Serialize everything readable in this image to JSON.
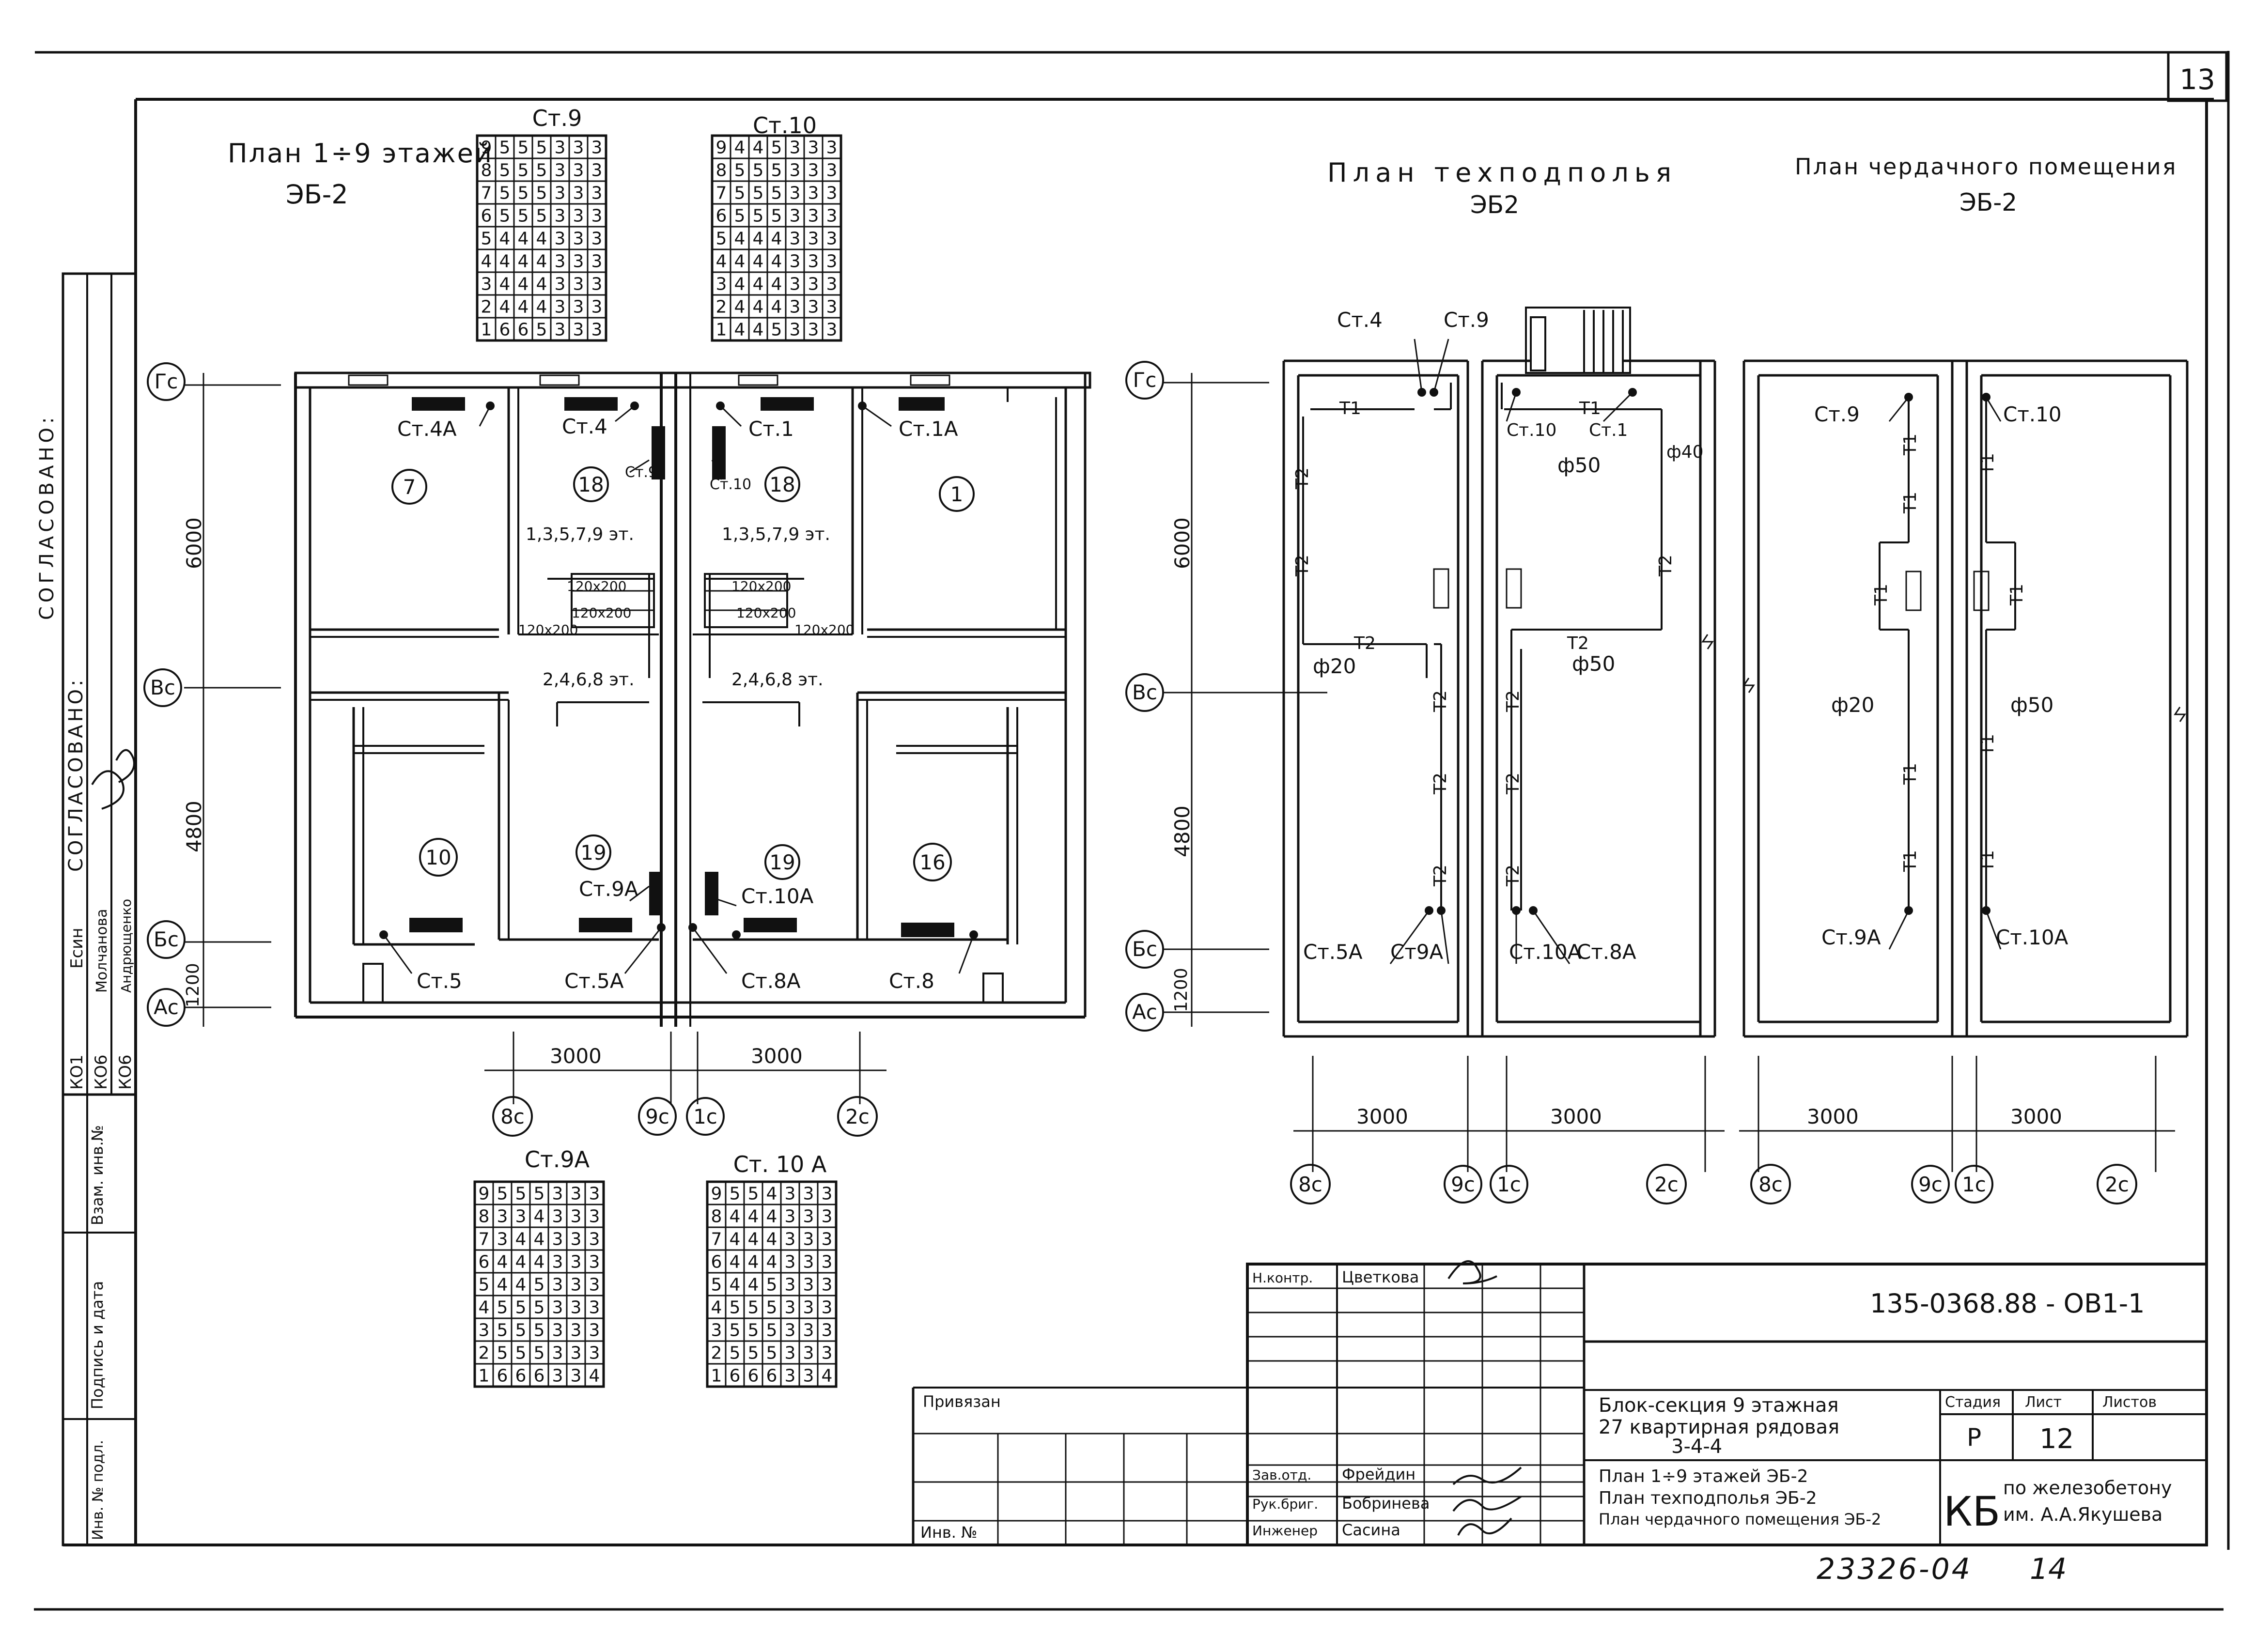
{
  "sheet_number": "13",
  "titles": {
    "floors_plan": "План 1÷9 этажей",
    "floors_plan_code": "ЭБ-2",
    "tech_plan": "План техподполья",
    "tech_plan_code": "ЭБ2",
    "attic_plan": "План чердачного помещения",
    "attic_plan_code": "ЭБ-2"
  },
  "left_strip": {
    "agreed_1": "СОГЛАСОВАНО:",
    "agreed_2": "СОГЛАСОВАНО:",
    "rows": [
      {
        "code": "КО1",
        "name": "Есин"
      },
      {
        "code": "КО6",
        "name": "Молчанова"
      },
      {
        "code": "КО6",
        "name": "Андрющенко"
      }
    ],
    "labels": [
      "Взам. инв.№",
      "Подпись и дата",
      "Инв. № подл."
    ]
  },
  "axes": {
    "rows": [
      "Гс",
      "Вс",
      "Бс",
      "Ас"
    ],
    "cols_plan1": [
      "8с",
      "9с",
      "1с",
      "2с"
    ],
    "cols_plan2": [
      "8с",
      "9с",
      "1с",
      "2с"
    ],
    "cols_plan3": [
      "8с",
      "9с",
      "1с",
      "2с"
    ]
  },
  "dims": {
    "d6000": "6000",
    "d4800": "4800",
    "d1200": "1200",
    "d3000": "3000"
  },
  "rooms": [
    "7",
    "18",
    "18",
    "1",
    "10",
    "19",
    "19",
    "16"
  ],
  "risers_plan1": [
    "Ст.4А",
    "Ст.4",
    "Ст.9",
    "Ст.1",
    "Ст.10",
    "Ст.1А",
    "Ст.5",
    "Ст.5А",
    "Ст.9А",
    "Ст.10А",
    "Ст.8А",
    "Ст.8"
  ],
  "risers_plan2": [
    "Ст.4",
    "Ст.9",
    "Ст.10",
    "Ст.1",
    "Ст.5А",
    "Ст9А",
    "Ст.10А",
    "Ст.8А"
  ],
  "risers_plan3": [
    "Ст.9",
    "Ст.10",
    "Ст.9А",
    "Ст.10А"
  ],
  "pipe_labels": {
    "t1": "Т1",
    "t2": "Т2",
    "d20": "ф20",
    "d50": "ф50",
    "d40": "ф40"
  },
  "vent_labels": {
    "odd_floors": "1,3,5,7,9 эт.",
    "even_floors": "2,4,6,8 эт.",
    "size": "120x200"
  },
  "tables": [
    {
      "title": "Ст.9",
      "rows": [
        [
          "9",
          "5",
          "5",
          "5",
          "3",
          "3",
          "3"
        ],
        [
          "8",
          "5",
          "5",
          "5",
          "3",
          "3",
          "3"
        ],
        [
          "7",
          "5",
          "5",
          "5",
          "3",
          "3",
          "3"
        ],
        [
          "6",
          "5",
          "5",
          "5",
          "3",
          "3",
          "3"
        ],
        [
          "5",
          "4",
          "4",
          "4",
          "3",
          "3",
          "3"
        ],
        [
          "4",
          "4",
          "4",
          "4",
          "3",
          "3",
          "3"
        ],
        [
          "3",
          "4",
          "4",
          "4",
          "3",
          "3",
          "3"
        ],
        [
          "2",
          "4",
          "4",
          "4",
          "3",
          "3",
          "3"
        ],
        [
          "1",
          "6",
          "6",
          "5",
          "3",
          "3",
          "3"
        ]
      ]
    },
    {
      "title": "Ст.10",
      "rows": [
        [
          "9",
          "4",
          "4",
          "5",
          "3",
          "3",
          "3"
        ],
        [
          "8",
          "5",
          "5",
          "5",
          "3",
          "3",
          "3"
        ],
        [
          "7",
          "5",
          "5",
          "5",
          "3",
          "3",
          "3"
        ],
        [
          "6",
          "5",
          "5",
          "5",
          "3",
          "3",
          "3"
        ],
        [
          "5",
          "4",
          "4",
          "4",
          "3",
          "3",
          "3"
        ],
        [
          "4",
          "4",
          "4",
          "4",
          "3",
          "3",
          "3"
        ],
        [
          "3",
          "4",
          "4",
          "4",
          "3",
          "3",
          "3"
        ],
        [
          "2",
          "4",
          "4",
          "4",
          "3",
          "3",
          "3"
        ],
        [
          "1",
          "4",
          "4",
          "5",
          "3",
          "3",
          "3"
        ]
      ]
    },
    {
      "title": "Ст.9А",
      "rows": [
        [
          "9",
          "5",
          "5",
          "5",
          "3",
          "3",
          "3"
        ],
        [
          "8",
          "3",
          "3",
          "4",
          "3",
          "3",
          "3"
        ],
        [
          "7",
          "3",
          "4",
          "4",
          "3",
          "3",
          "3"
        ],
        [
          "6",
          "4",
          "4",
          "4",
          "3",
          "3",
          "3"
        ],
        [
          "5",
          "4",
          "4",
          "5",
          "3",
          "3",
          "3"
        ],
        [
          "4",
          "5",
          "5",
          "5",
          "3",
          "3",
          "3"
        ],
        [
          "3",
          "5",
          "5",
          "5",
          "3",
          "3",
          "3"
        ],
        [
          "2",
          "5",
          "5",
          "5",
          "3",
          "3",
          "3"
        ],
        [
          "1",
          "6",
          "6",
          "6",
          "3",
          "3",
          "4"
        ]
      ]
    },
    {
      "title": "Ст. 10 А",
      "rows": [
        [
          "9",
          "5",
          "5",
          "4",
          "3",
          "3",
          "3"
        ],
        [
          "8",
          "4",
          "4",
          "4",
          "3",
          "3",
          "3"
        ],
        [
          "7",
          "4",
          "4",
          "4",
          "3",
          "3",
          "3"
        ],
        [
          "6",
          "4",
          "4",
          "4",
          "3",
          "3",
          "3"
        ],
        [
          "5",
          "4",
          "4",
          "5",
          "3",
          "3",
          "3"
        ],
        [
          "4",
          "5",
          "5",
          "5",
          "3",
          "3",
          "3"
        ],
        [
          "3",
          "5",
          "5",
          "5",
          "3",
          "3",
          "3"
        ],
        [
          "2",
          "5",
          "5",
          "5",
          "3",
          "3",
          "3"
        ],
        [
          "1",
          "6",
          "6",
          "6",
          "3",
          "3",
          "4"
        ]
      ]
    }
  ],
  "title_block": {
    "doc_number": "135-0368.88 - ОВ1-1",
    "privyazan": "Привязан",
    "inv_no": "Инв. №",
    "n_kontr": "Н.контр.",
    "n_kontr_name": "Цветкова",
    "zav_otd": "Зав.отд.",
    "zav_otd_name": "Фрейдин",
    "ruk_brig": "Рук.бриг.",
    "ruk_brig_name": "Бобринева",
    "inzhener": "Инженер",
    "inzhener_name": "Сасина",
    "object_l1": "Блок-секция 9 этажная",
    "object_l2": "27 квартирная рядовая",
    "object_l3": "3-4-4",
    "sheet_l1": "План 1÷9 этажей ЭБ-2",
    "sheet_l2": "План техподполья ЭБ-2",
    "sheet_l3": "План чердачного помещения ЭБ-2",
    "stadiya_h": "Стадия",
    "list_h": "Лист",
    "listov_h": "Листов",
    "stadiya": "Р",
    "list": "12",
    "org_logo": "КБ",
    "org_l1": "по железобетону",
    "org_l2": "им. А.А.Якушева"
  },
  "bottom_stamp": "23326-04",
  "bottom_stamp_2": "14"
}
